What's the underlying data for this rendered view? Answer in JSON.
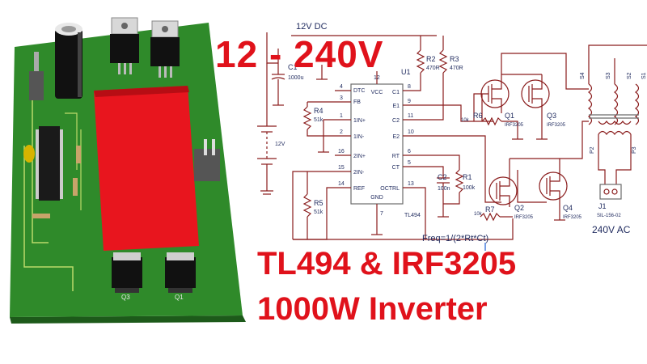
{
  "headline": "12 - 240V",
  "title_line1": "TL494 & IRF3205",
  "title_line2": "1000W Inverter",
  "colors": {
    "accent_red": "#e0121b",
    "pcb_green": "#2f8a2a",
    "pad_red": "#e8151e",
    "wire": "#8a1c1c"
  },
  "pcb": {
    "labels": {
      "q3": "Q3",
      "q1": "Q1"
    }
  },
  "schematic": {
    "supply_label": "12V DC",
    "ic": {
      "ref": "U1",
      "part": "TL494",
      "pins": [
        {
          "num": "4",
          "name": "DTC"
        },
        {
          "num": "3",
          "name": "FB"
        },
        {
          "num": "1",
          "name": "1IN+"
        },
        {
          "num": "2",
          "name": "1IN-"
        },
        {
          "num": "16",
          "name": "2IN+"
        },
        {
          "num": "15",
          "name": "2IN-"
        },
        {
          "num": "14",
          "name": "REF"
        },
        {
          "num": "12",
          "name": "VCC"
        },
        {
          "num": "8",
          "name": "C1"
        },
        {
          "num": "9",
          "name": "E1"
        },
        {
          "num": "11",
          "name": "C2"
        },
        {
          "num": "10",
          "name": "E2"
        },
        {
          "num": "6",
          "name": "RT"
        },
        {
          "num": "5",
          "name": "CT"
        },
        {
          "num": "13",
          "name": "OCTRL"
        },
        {
          "num": "7",
          "name": "GND"
        }
      ]
    },
    "c1": {
      "ref": "C1",
      "value": "1000u"
    },
    "battery_label": "12V",
    "r2": {
      "ref": "R2",
      "value": "470R"
    },
    "r3": {
      "ref": "R3",
      "value": "470R"
    },
    "r4": {
      "ref": "R4",
      "value": "51k"
    },
    "r5": {
      "ref": "R5",
      "value": "51k"
    },
    "c2": {
      "ref": "C2",
      "value": "100n"
    },
    "r1": {
      "ref": "R1",
      "value": "100k"
    },
    "r6": {
      "ref": "R6",
      "value": "10k"
    },
    "r7": {
      "ref": "R7",
      "value": "10k"
    },
    "q1": {
      "ref": "Q1",
      "part": "IRF3205"
    },
    "q2": {
      "ref": "Q2",
      "part": "IRF3205"
    },
    "q3": {
      "ref": "Q3",
      "part": "IRF3205"
    },
    "q4": {
      "ref": "Q4",
      "part": "IRF3205"
    },
    "transformer_pins": [
      "S4",
      "S3",
      "S2",
      "S1",
      "P2",
      "P3"
    ],
    "j1": {
      "ref": "J1",
      "part": "SIL-156-02"
    },
    "output_label": "240V AC",
    "formula": "Freq=1/(2*Rt*Ct)"
  }
}
